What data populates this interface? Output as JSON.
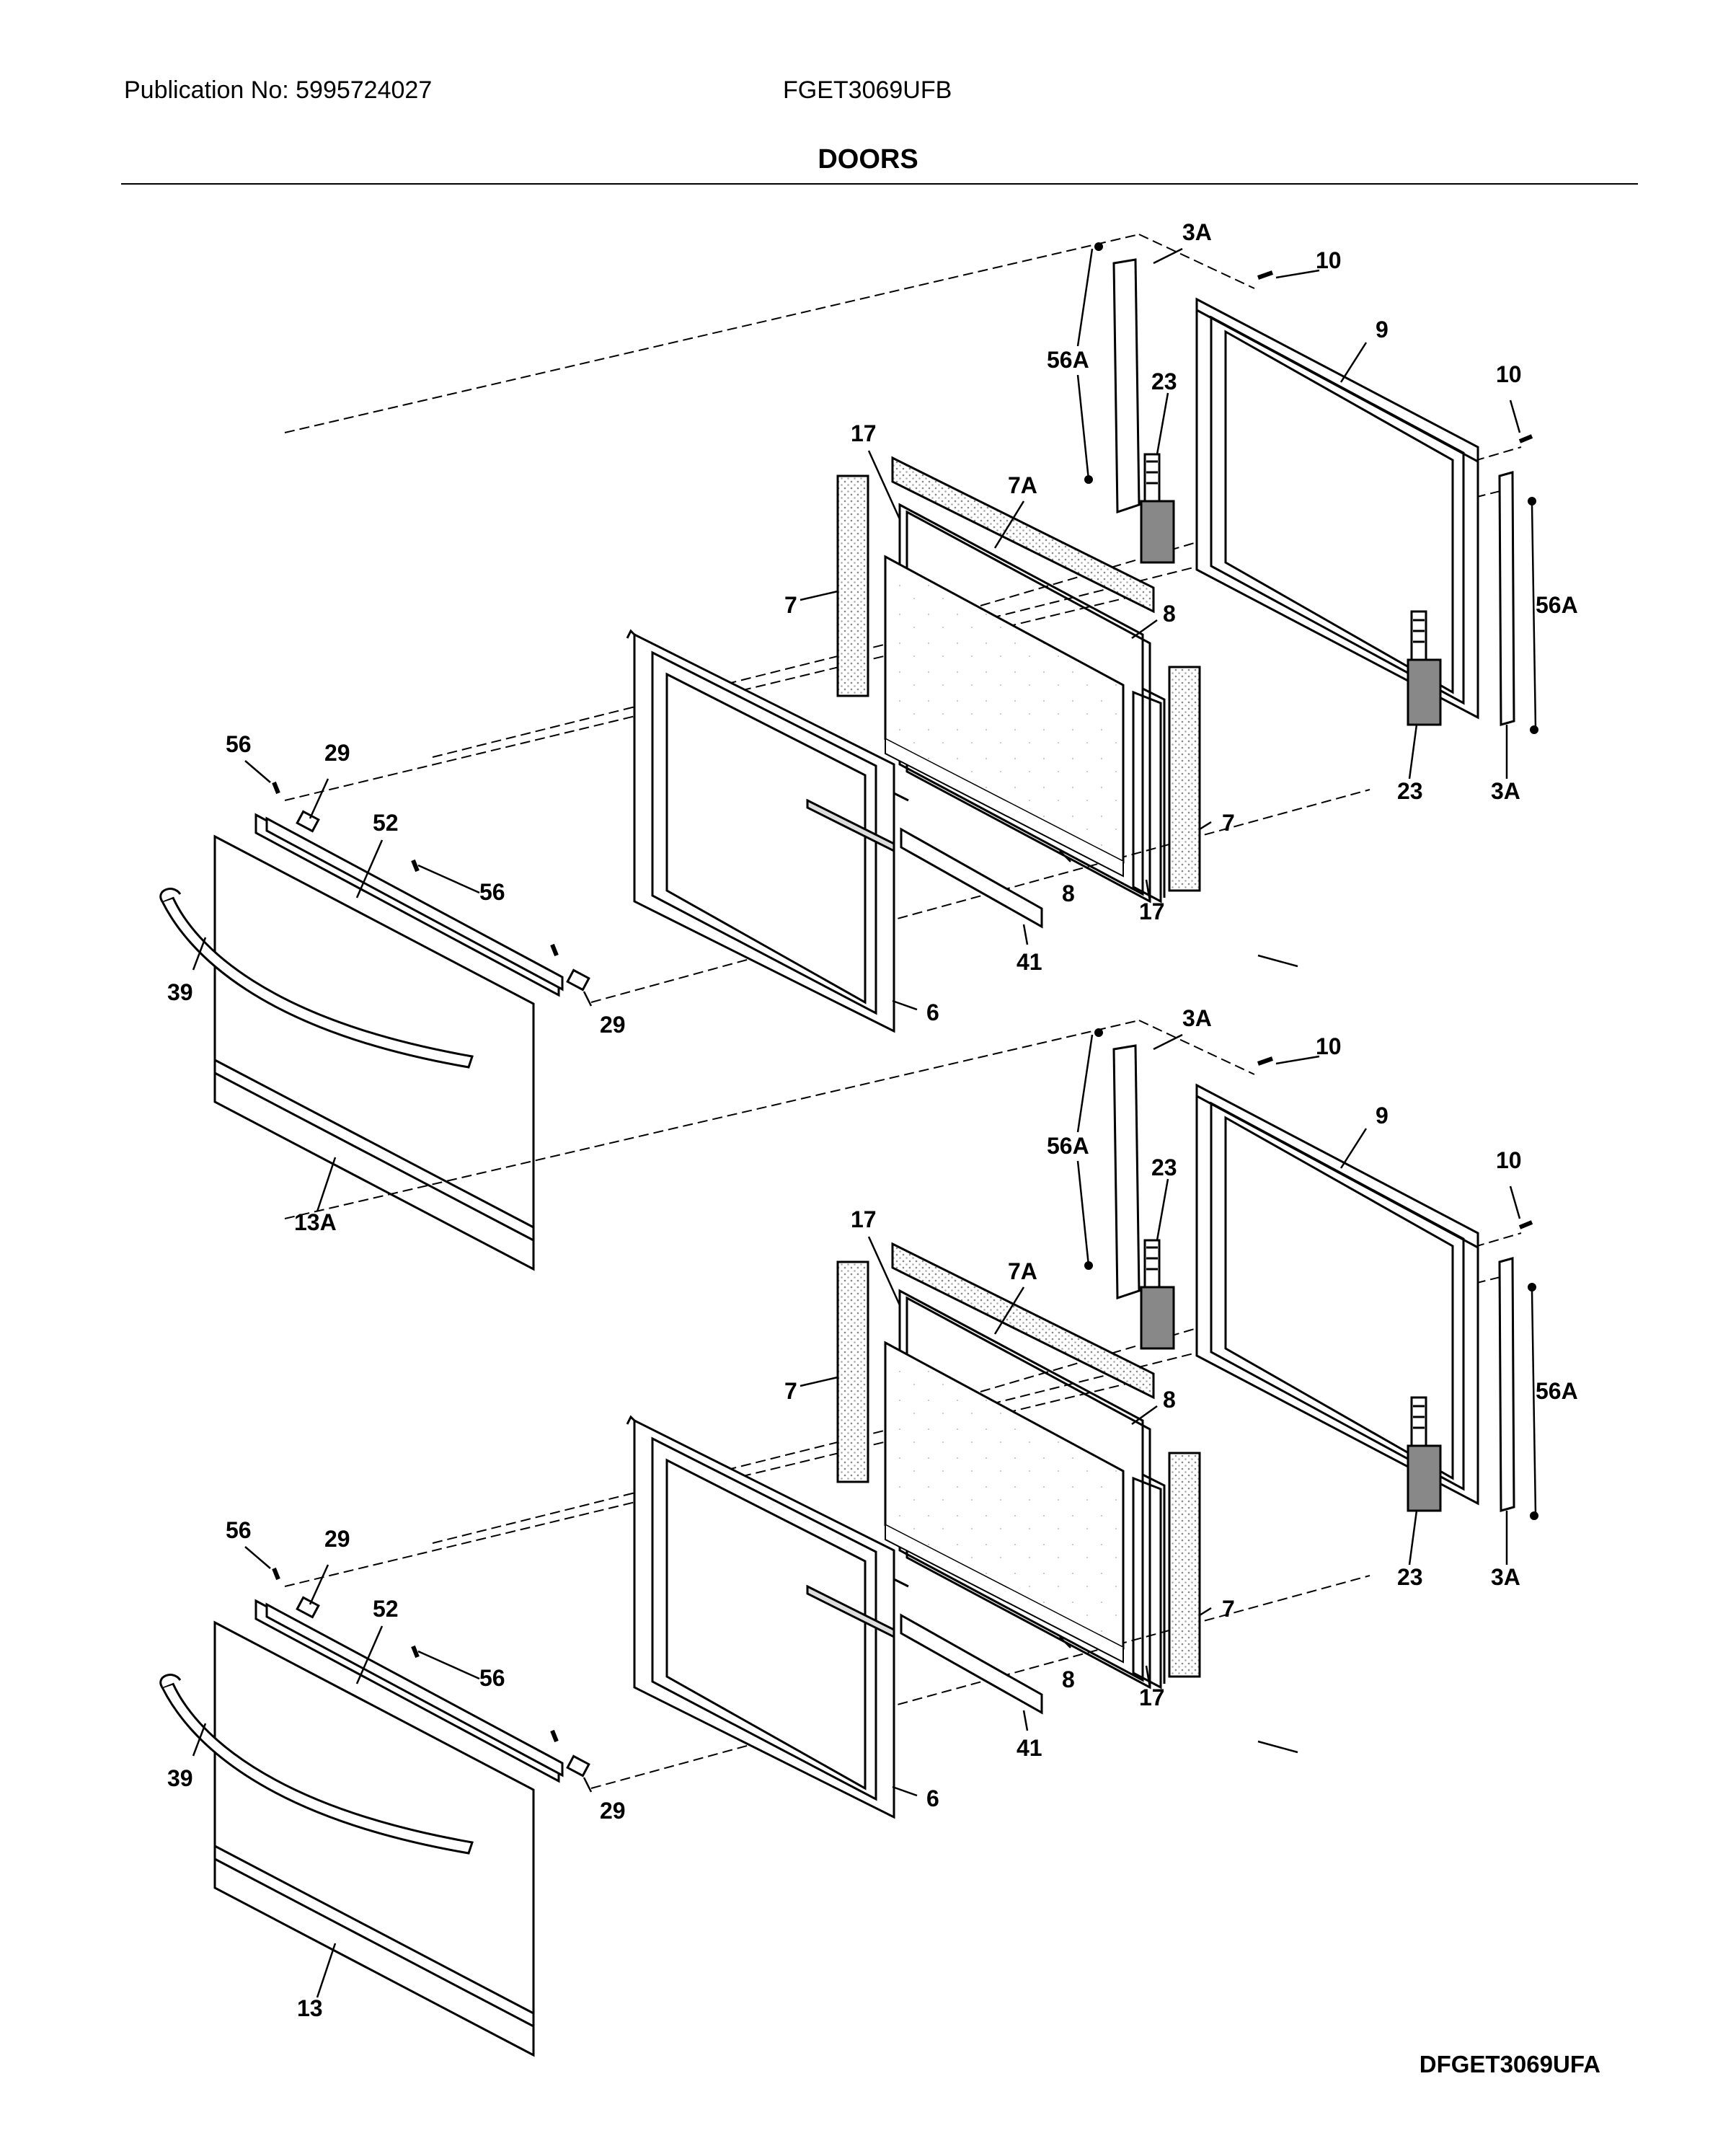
{
  "header": {
    "publication": "Publication No: 5995724027",
    "model": "FGET3069UFB",
    "title": "DOORS"
  },
  "footer": {
    "diagram_code": "DFGET3069UFA"
  },
  "callouts": {
    "upper": {
      "c3A_top": "3A",
      "c10_top": "10",
      "c9": "9",
      "c56A_top": "56A",
      "c23_top": "23",
      "c10_right": "10",
      "c17_top": "17",
      "c7A": "7A",
      "c7_left": "7",
      "c8_top": "8",
      "c56A_right": "56A",
      "c23_bottom": "23",
      "c3A_bottom": "3A",
      "c7_right": "7",
      "c8_bottom": "8",
      "c17_bottom": "17",
      "c41": "41",
      "c6": "6",
      "c56_top": "56",
      "c29_top": "29",
      "c52": "52",
      "c56_mid": "56",
      "c39": "39",
      "c29_bottom": "29",
      "c13A": "13A"
    },
    "lower": {
      "c3A_top": "3A",
      "c10_top": "10",
      "c9": "9",
      "c56A_top": "56A",
      "c23_top": "23",
      "c10_right": "10",
      "c17_top": "17",
      "c7A": "7A",
      "c7_left": "7",
      "c8_top": "8",
      "c56A_right": "56A",
      "c23_bottom": "23",
      "c3A_bottom": "3A",
      "c7_right": "7",
      "c8_bottom": "8",
      "c17_bottom": "17",
      "c41": "41",
      "c6": "6",
      "c56_top": "56",
      "c29_top": "29",
      "c52": "52",
      "c56_mid": "56",
      "c39": "39",
      "c29_bottom": "29",
      "c13": "13"
    }
  }
}
